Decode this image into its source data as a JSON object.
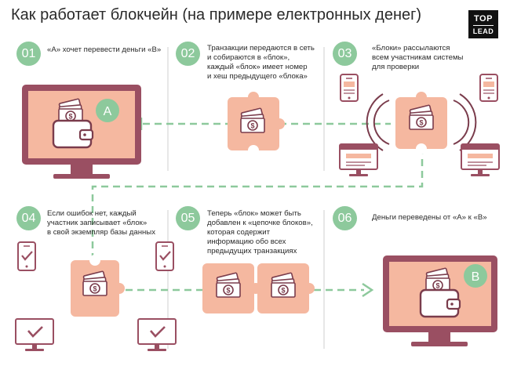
{
  "title": "Как работает  блокчейн  (на примере електронных денег)",
  "logo": {
    "line1": "TOP",
    "line2": "LEAD"
  },
  "steps": [
    {
      "number": "01",
      "lines": [
        "«А» хочет перевести деньги «В»"
      ]
    },
    {
      "number": "02",
      "lines": [
        "Транзакции передаются в сеть",
        "и собираются в «блок»,",
        "каждый «блок» имеет номер",
        "и хеш предыдущего «блока»"
      ]
    },
    {
      "number": "03",
      "lines": [
        "«Блоки» рассылаются",
        "всем участникам системы",
        "для проверки"
      ]
    },
    {
      "number": "04",
      "lines": [
        "Если ошибок нет, каждый",
        "участник записывает «блок»",
        "в свой экземпляр базы данных"
      ]
    },
    {
      "number": "05",
      "lines": [
        "Теперь «блок» может быть",
        "добавлен к «цепочке блоков»,",
        "которая содержит",
        "информацию обо всех",
        "предыдущих транзакциях"
      ]
    },
    {
      "number": "06",
      "lines": [
        "Деньги переведены от «А» к «В»"
      ]
    }
  ],
  "computer_a_label": "А",
  "computer_b_label": "В",
  "colors": {
    "accent_green": "#8dc99c",
    "block_peach": "#f5b8a0",
    "device_maroon": "#9a4f62",
    "money_dark": "#7a3c4c",
    "divider": "#cfcfcf"
  }
}
